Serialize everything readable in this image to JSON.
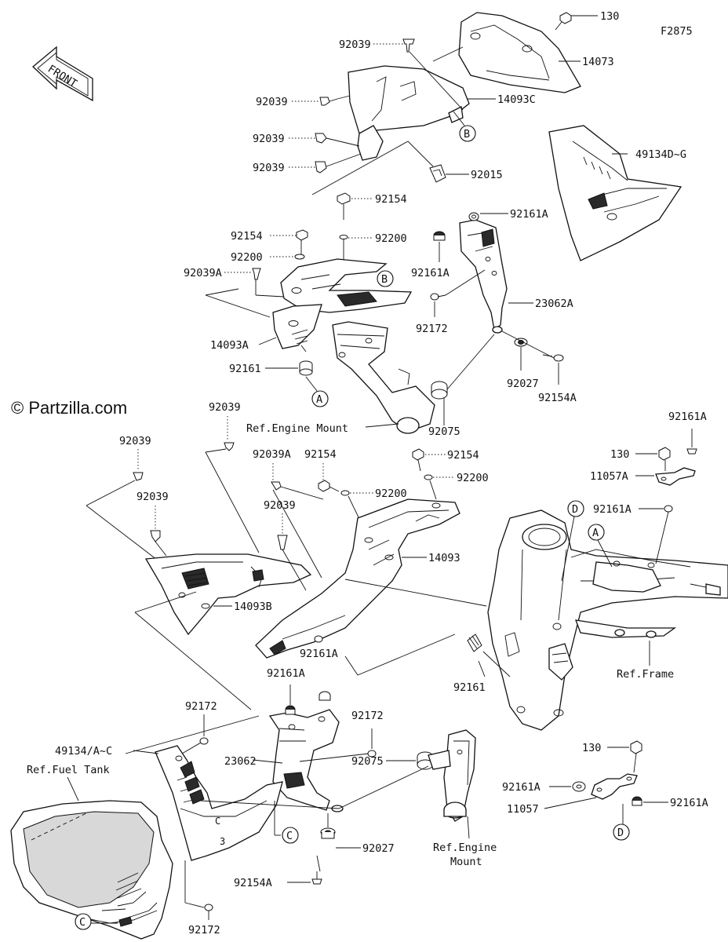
{
  "diagram_code": "F2875",
  "watermark": "© Partzilla.com",
  "direction_label": "FRONT",
  "labels": {
    "l130_top": "130",
    "l14073": "14073",
    "l92039_a": "92039",
    "l14093C": "14093C",
    "l92039_b": "92039",
    "l92039_c": "92039",
    "l92039_d": "92039",
    "l49134DG": "49134D~G",
    "l92015": "92015",
    "l92154_a": "92154",
    "l92161A_a": "92161A",
    "l92154_b": "92154",
    "l92200_a": "92200",
    "l92200_b": "92200",
    "l92039A_a": "92039A",
    "l92161A_b": "92161A",
    "l23062A": "23062A",
    "l92172_a": "92172",
    "l14093A": "14093A",
    "l92161_a": "92161",
    "l92027_a": "92027",
    "l92154A_a": "92154A",
    "l_refEngineMount_a": "Ref.Engine Mount",
    "l92075_a": "92075",
    "l92039_e": "92039",
    "l92161A_c": "92161A",
    "l92039_f": "92039",
    "l92039A_b": "92039A",
    "l92154_c": "92154",
    "l92154_d": "92154",
    "l130_b": "130",
    "l11057A": "11057A",
    "l92200_c": "92200",
    "l92200_d": "92200",
    "l92039_g": "92039",
    "l92161A_d": "92161A",
    "l92039_h": "92039",
    "l14093": "14093",
    "l14093B": "14093B",
    "l92161A_e": "92161A",
    "l_refFrame": "Ref.Frame",
    "l92161A_f": "92161A",
    "l92161_b": "92161",
    "l92172_b": "92172",
    "l92172_c": "92172",
    "l49134AC": "49134/A~C",
    "l_refFuelTank": "Ref.Fuel Tank",
    "l23062": "23062",
    "l130_c": "130",
    "l92075_b": "92075",
    "l92161A_g": "92161A",
    "l11057": "11057",
    "l92161A_h": "92161A",
    "l92027_b": "92027",
    "l_refEngineMount_b1": "Ref.Engine",
    "l_refEngineMount_b2": "Mount",
    "l92154A_b": "92154A",
    "l92172_d": "92172"
  },
  "callouts": {
    "B1": "B",
    "B2": "B",
    "A1": "A",
    "A2": "A",
    "C1": "C",
    "C2": "C",
    "D1": "D",
    "D2": "D"
  },
  "panel_codes": {
    "c1": "C",
    "c2": "3"
  }
}
